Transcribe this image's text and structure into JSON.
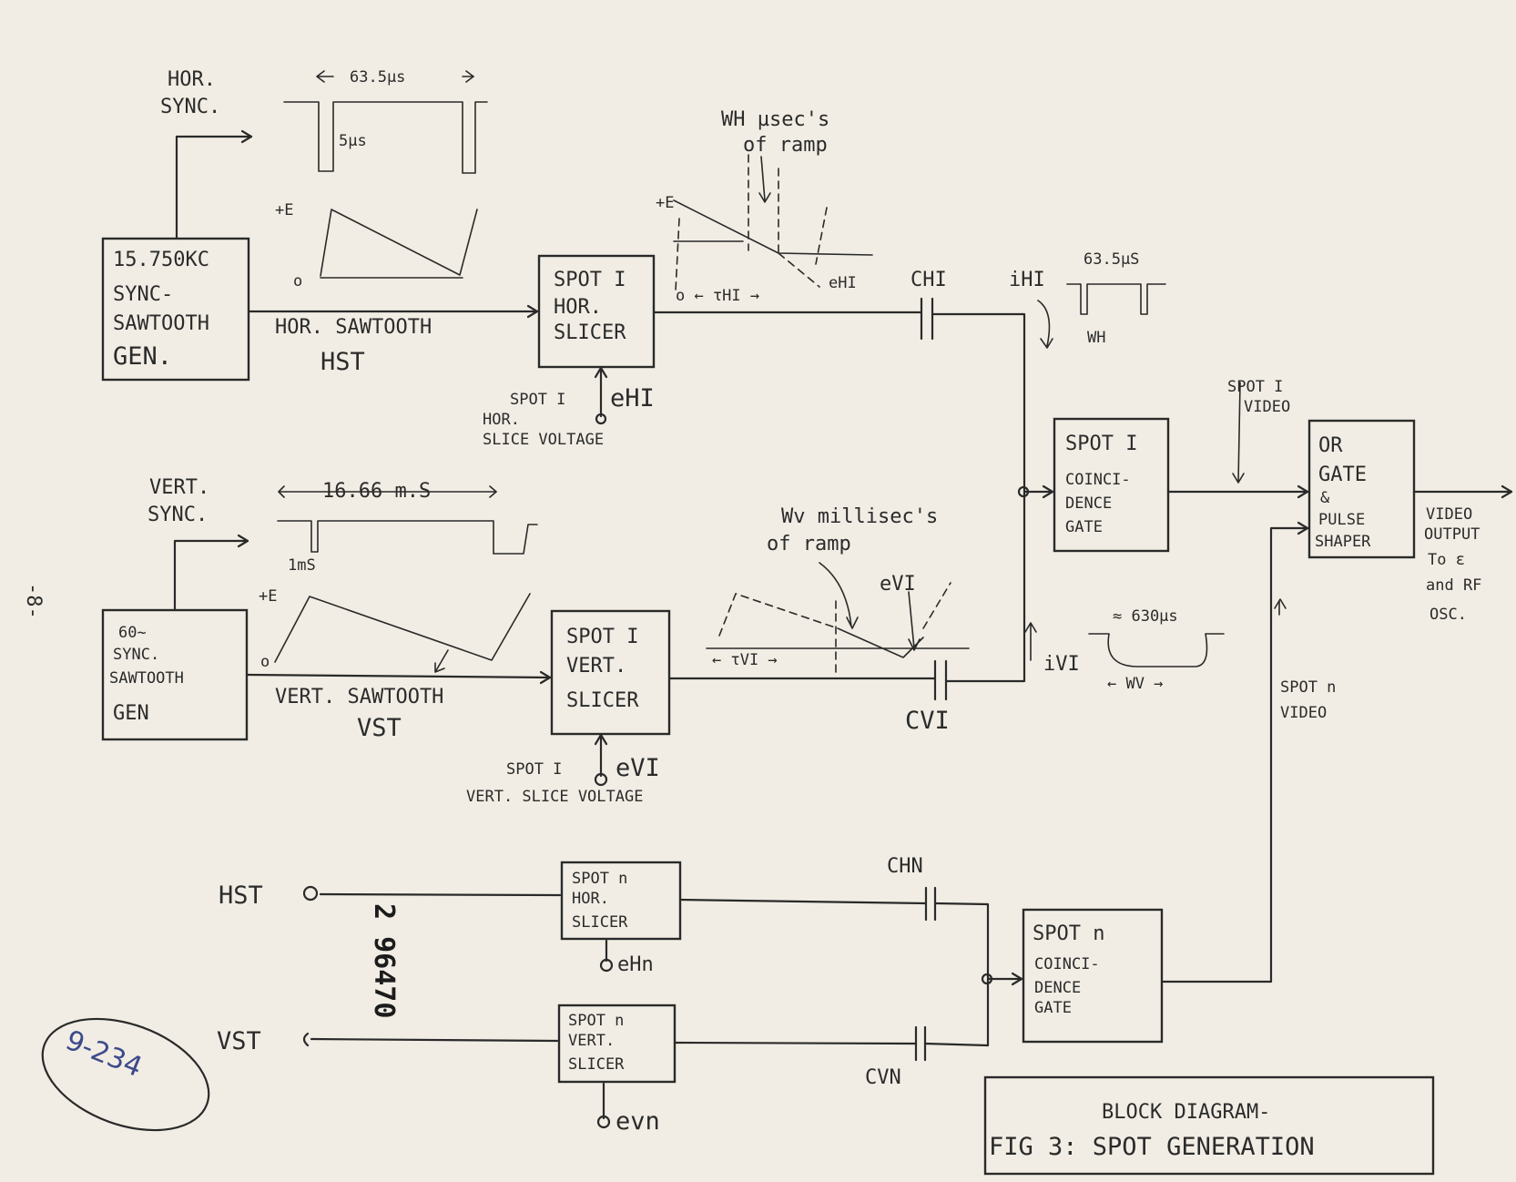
{
  "blocks": {
    "sync_gen_h": [
      "15.750KC",
      "SYNC-",
      "SAWTOOTH",
      "GEN."
    ],
    "slicer_h1": [
      "SPOT I",
      "HOR.",
      "SLICER"
    ],
    "sync_gen_v": [
      "60~",
      "SYNC.",
      "SAWTOOTH",
      "GEN"
    ],
    "slicer_v1": [
      "SPOT I",
      "VERT.",
      "SLICER"
    ],
    "coinc_1": [
      "SPOT I",
      "COINCI-",
      "DENCE",
      "GATE"
    ],
    "or_gate": [
      "OR",
      "GATE",
      "&",
      "PULSE",
      "SHAPER"
    ],
    "slicer_hn": [
      "SPOT n",
      "HOR.",
      "SLICER"
    ],
    "slicer_vn": [
      "SPOT n",
      "VERT.",
      "SLICER"
    ],
    "coinc_n": [
      "SPOT n",
      "COINCI-",
      "DENCE",
      "GATE"
    ],
    "title": [
      "BLOCK DIAGRAM-",
      "FIG 3: SPOT GENERATION"
    ]
  },
  "labels": {
    "hor_sync": [
      "HOR.",
      "SYNC."
    ],
    "hor_period": "63.5µs",
    "hor_pulse": "5µs",
    "plus_e_h": "+E",
    "zero_h": "o",
    "hor_sawtooth": "HOR. SAWTOOTH",
    "hst": "HST",
    "wh_ramp": [
      "WH µsec's",
      "of ramp"
    ],
    "plus_e_slice": "+E",
    "tau_h1": "o ← τHI →",
    "e_h1_wave": "eHI",
    "c_h1": "CHI",
    "i_h1": "iHI",
    "h_out_period": "63.5µS",
    "wh": "WH",
    "spot1_hor_slice": [
      "SPOT I",
      "HOR.",
      "SLICE VOLTAGE"
    ],
    "e_h1_input": "eHI",
    "spot1_video": [
      "SPOT I",
      "VIDEO"
    ],
    "vert_sync": [
      "VERT.",
      "SYNC."
    ],
    "vert_period": "16.66 m.S",
    "vert_pulse": "1mS",
    "plus_e_v": "+E",
    "zero_v": "o",
    "vert_sawtooth": "VERT. SAWTOOTH",
    "vst": "VST",
    "wv_ramp": [
      "Wv millisec's",
      "of ramp"
    ],
    "e_v1_wave": "eVI",
    "tau_v1": "← τVI →",
    "c_v1": "CVI",
    "i_v1": "iVI",
    "v_out_period": "≈ 630µs",
    "wv": "← WV →",
    "spot1_vert_slice": [
      "SPOT I",
      "VERT. SLICE VOLTAGE"
    ],
    "e_v1_input": "eVI",
    "video_output": [
      "VIDEO",
      "OUTPUT",
      "To ε",
      "and RF",
      "OSC."
    ],
    "spotn_video": [
      "SPOT n",
      "VIDEO"
    ],
    "hst_in": "HST",
    "vst_in": "VST",
    "c_hn": "CHN",
    "c_vn": "CVN",
    "e_hn": "eHn",
    "e_vn": "evn",
    "page_number": "-8-",
    "stamp_number": "2 96470",
    "handwritten_id": "9-234"
  }
}
